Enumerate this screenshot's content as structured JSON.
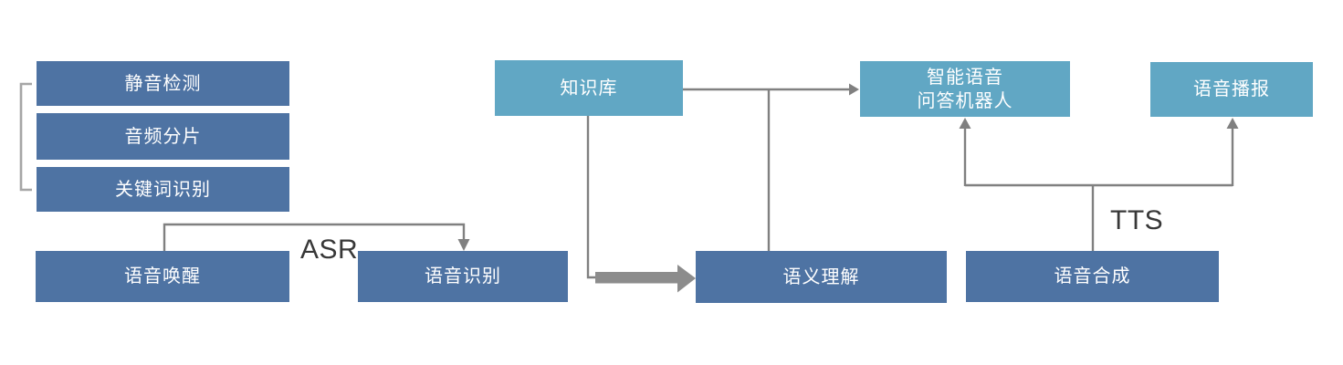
{
  "diagram": {
    "nodes": {
      "silence_detection": {
        "label": "静音检测"
      },
      "audio_slicing": {
        "label": "音频分片"
      },
      "keyword_recognition": {
        "label": "关键词识别"
      },
      "voice_wakeup": {
        "label": "语音唤醒"
      },
      "speech_recognition": {
        "label": "语音识别"
      },
      "knowledge_base": {
        "label": "知识库"
      },
      "semantic_understanding": {
        "label": "语义理解"
      },
      "qa_robot": {
        "line1": "智能语音",
        "line2": "问答机器人"
      },
      "speech_synthesis": {
        "label": "语音合成"
      },
      "voice_broadcast": {
        "label": "语音播报"
      }
    },
    "edge_labels": {
      "asr": "ASR",
      "tts": "TTS"
    }
  },
  "colors": {
    "node_dark": "#4E73A3",
    "node_light": "#61A7C4",
    "connector": "#808080",
    "thick_arrow": "#8C8C8C",
    "bracket": "#A6A6A6",
    "edge_label_text": "#383838",
    "node_text": "#FFFFFF",
    "background": "#FFFFFF"
  }
}
